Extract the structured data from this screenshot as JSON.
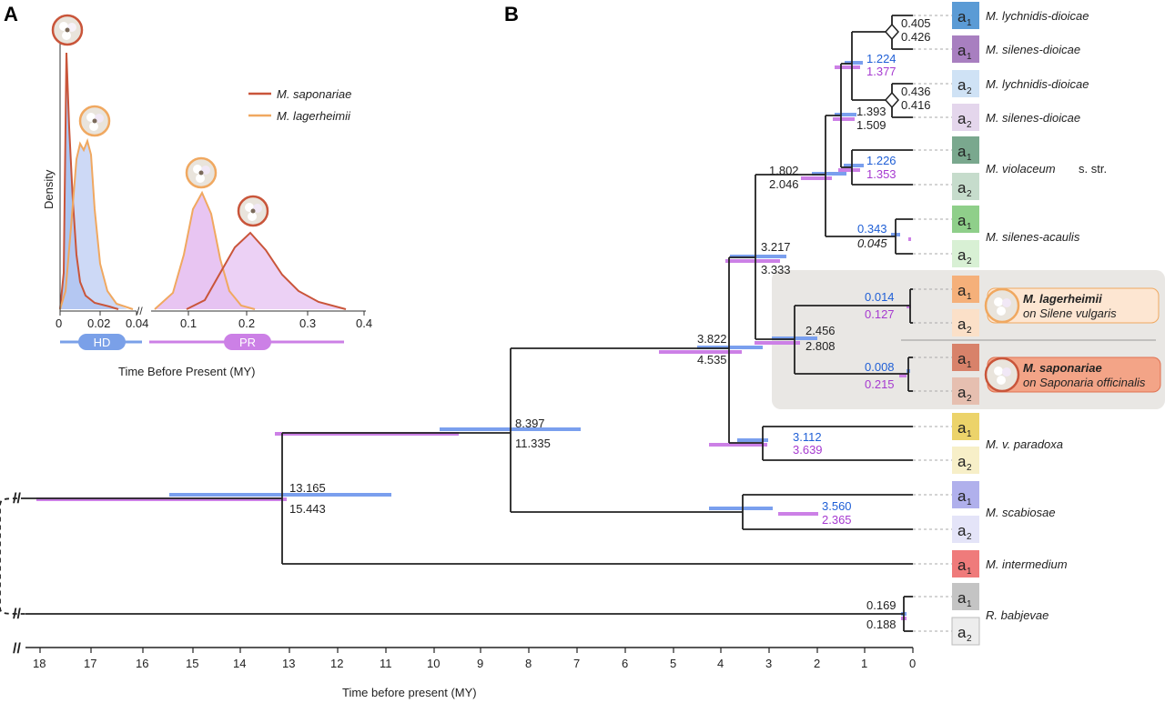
{
  "panel_a": {
    "label": "A",
    "legend": [
      "M. saponariae",
      "M. lagerheimii"
    ],
    "ylabel": "Density",
    "xlabel": "Time Before Present (MY)",
    "ticks_left": [
      "0",
      "0.02",
      "0.04"
    ],
    "ticks_right": [
      "0.1",
      "0.2",
      "0.3",
      "0.4"
    ],
    "hd_label": "HD",
    "pr_label": "PR",
    "colors": {
      "saponariae": "#c9553a",
      "lagerheimii": "#f0a860",
      "hd_fill": "#9fb8ee",
      "pr_fill": "#e3b8f0"
    }
  },
  "panel_b": {
    "label": "B",
    "xlabel": "Time before present (MY)",
    "ticks": [
      "18",
      "17",
      "16",
      "15",
      "14",
      "13",
      "12",
      "11",
      "10",
      "9",
      "8",
      "7",
      "6",
      "5",
      "4",
      "3",
      "2",
      "1",
      "0"
    ],
    "node_labels": {
      "n1a": "0.405",
      "n1b": "0.426",
      "n2a": "1.224",
      "n2b": "1.377",
      "n3a": "0.436",
      "n3b": "0.416",
      "n4a": "1.393",
      "n4b": "1.509",
      "n5a": "1.226",
      "n5b": "1.353",
      "n6a": "1.802",
      "n6b": "2.046",
      "n7a": "0.343",
      "n7b": "0.045",
      "n8a": "3.217",
      "n8b": "3.333",
      "n9a": "0.014",
      "n9b": "0.127",
      "n10a": "2.456",
      "n10b": "2.808",
      "n11a": "0.008",
      "n11b": "0.215",
      "n12a": "3.822",
      "n12b": "4.535",
      "n13a": "3.112",
      "n13b": "3.639",
      "n14a": "8.397",
      "n14b": "11.335",
      "n15a": "3.560",
      "n15b": "2.365",
      "n16a": "13.165",
      "n16b": "15.443",
      "n17a": "0.169",
      "n17b": "0.188"
    },
    "taxa": [
      "M. lychnidis-dioicae",
      "M. silenes-dioicae",
      "M. lychnidis-dioicae",
      "M. silenes-dioicae",
      "M. violaceum",
      "s. str.",
      "M. silenes-acaulis",
      "M. v. paradoxa",
      "M. scabiosae",
      "M. intermedium",
      "R. babjevae"
    ],
    "callouts": {
      "lag_name": "M. lagerheimii",
      "lag_host": "on Silene vulgaris",
      "sap_name": "M. saponariae",
      "sap_host": "on Saponaria officinalis"
    },
    "allele_a1": "a",
    "allele_sub1": "1",
    "allele_sub2": "2",
    "allele_colors": [
      "#5b9bd5",
      "#a87fc0",
      "#c5dcf2",
      "#e4d6ec",
      "#7aa88e",
      "#82c87e",
      "#f5b07a",
      "#d8826a",
      "#ecd36a",
      "#a6a6e6",
      "#ef7b7b",
      "#bdbdbd"
    ]
  }
}
